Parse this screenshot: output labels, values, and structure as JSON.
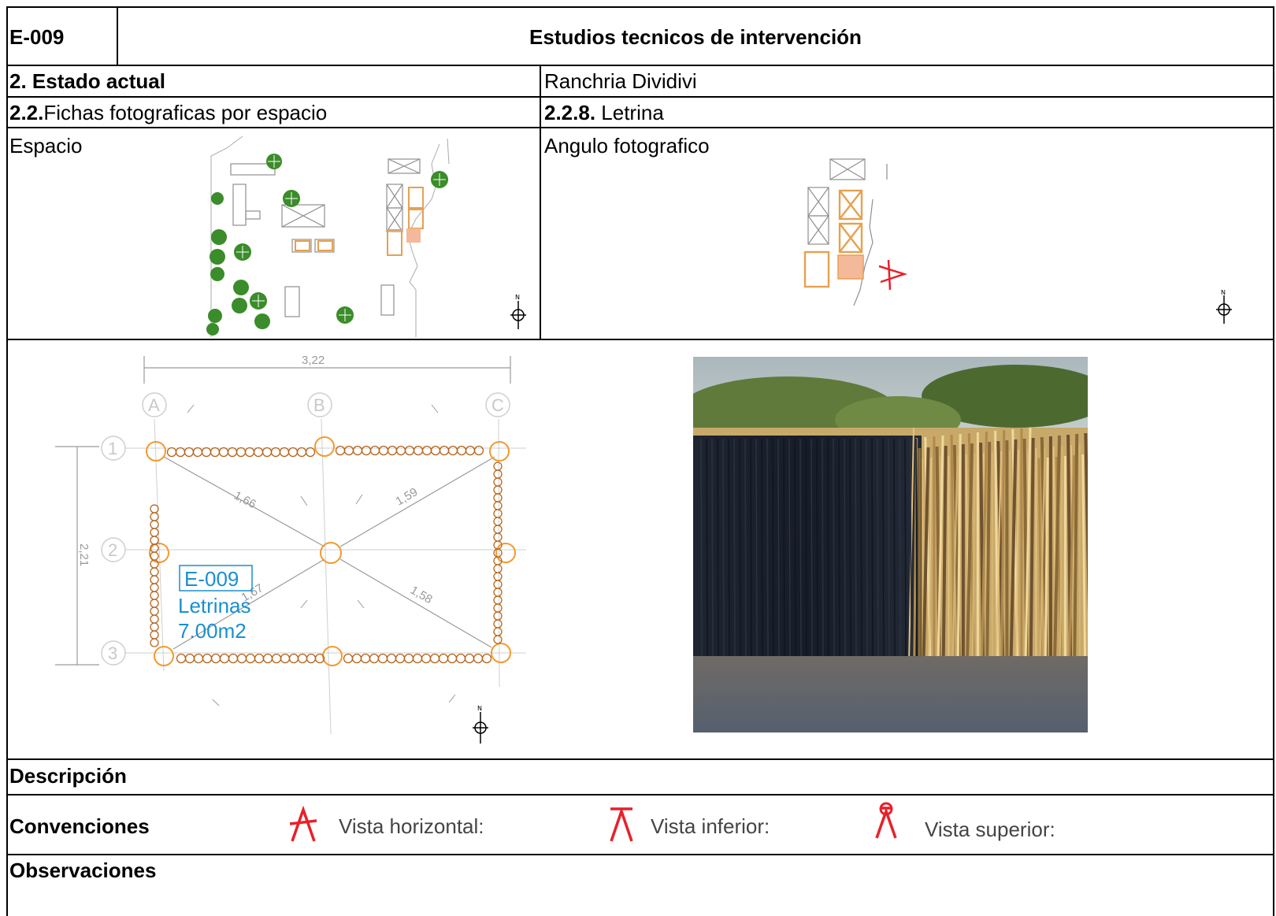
{
  "header": {
    "code": "E-009",
    "title": "Estudios tecnicos de intervención"
  },
  "row_estado": {
    "label": "2. Estado actual",
    "value": "Ranchria Dividivi"
  },
  "row_fichas": {
    "left_bold": "2.2.",
    "left_text": "Fichas fotograficas por espacio",
    "right_bold": "2.2.8.",
    "right_text": " Letrina"
  },
  "row_espacio": {
    "left_label": "Espacio",
    "right_label": "Angulo fotografico"
  },
  "plan": {
    "dim_width": "3,22",
    "dim_height": "2,21",
    "axis_cols": [
      "A",
      "B",
      "C"
    ],
    "axis_rows": [
      "1",
      "2",
      "3"
    ],
    "diag_labels": [
      "1,66",
      "1,59",
      "1,58",
      "1,67"
    ],
    "room_code": "E-009",
    "room_name": "Letrinas",
    "room_area": "7.00m2"
  },
  "descripcion": {
    "label": "Descripción"
  },
  "convenciones": {
    "label": "Convenciones",
    "items": [
      {
        "label": "Vista horizontal:",
        "icon": "horizontal-view-icon"
      },
      {
        "label": "Vista inferior:",
        "icon": "lower-view-icon"
      },
      {
        "label": "Vista superior:",
        "icon": "upper-view-icon"
      }
    ]
  },
  "observaciones": {
    "label": "Observaciones"
  },
  "colors": {
    "border": "#000000",
    "tree_green": "#3b8c2a",
    "column_orange": "#f39a2e",
    "room_label_blue": "#1a8fd0",
    "marker_red": "#e8202a",
    "highlight_salmon": "#f4b89a"
  }
}
